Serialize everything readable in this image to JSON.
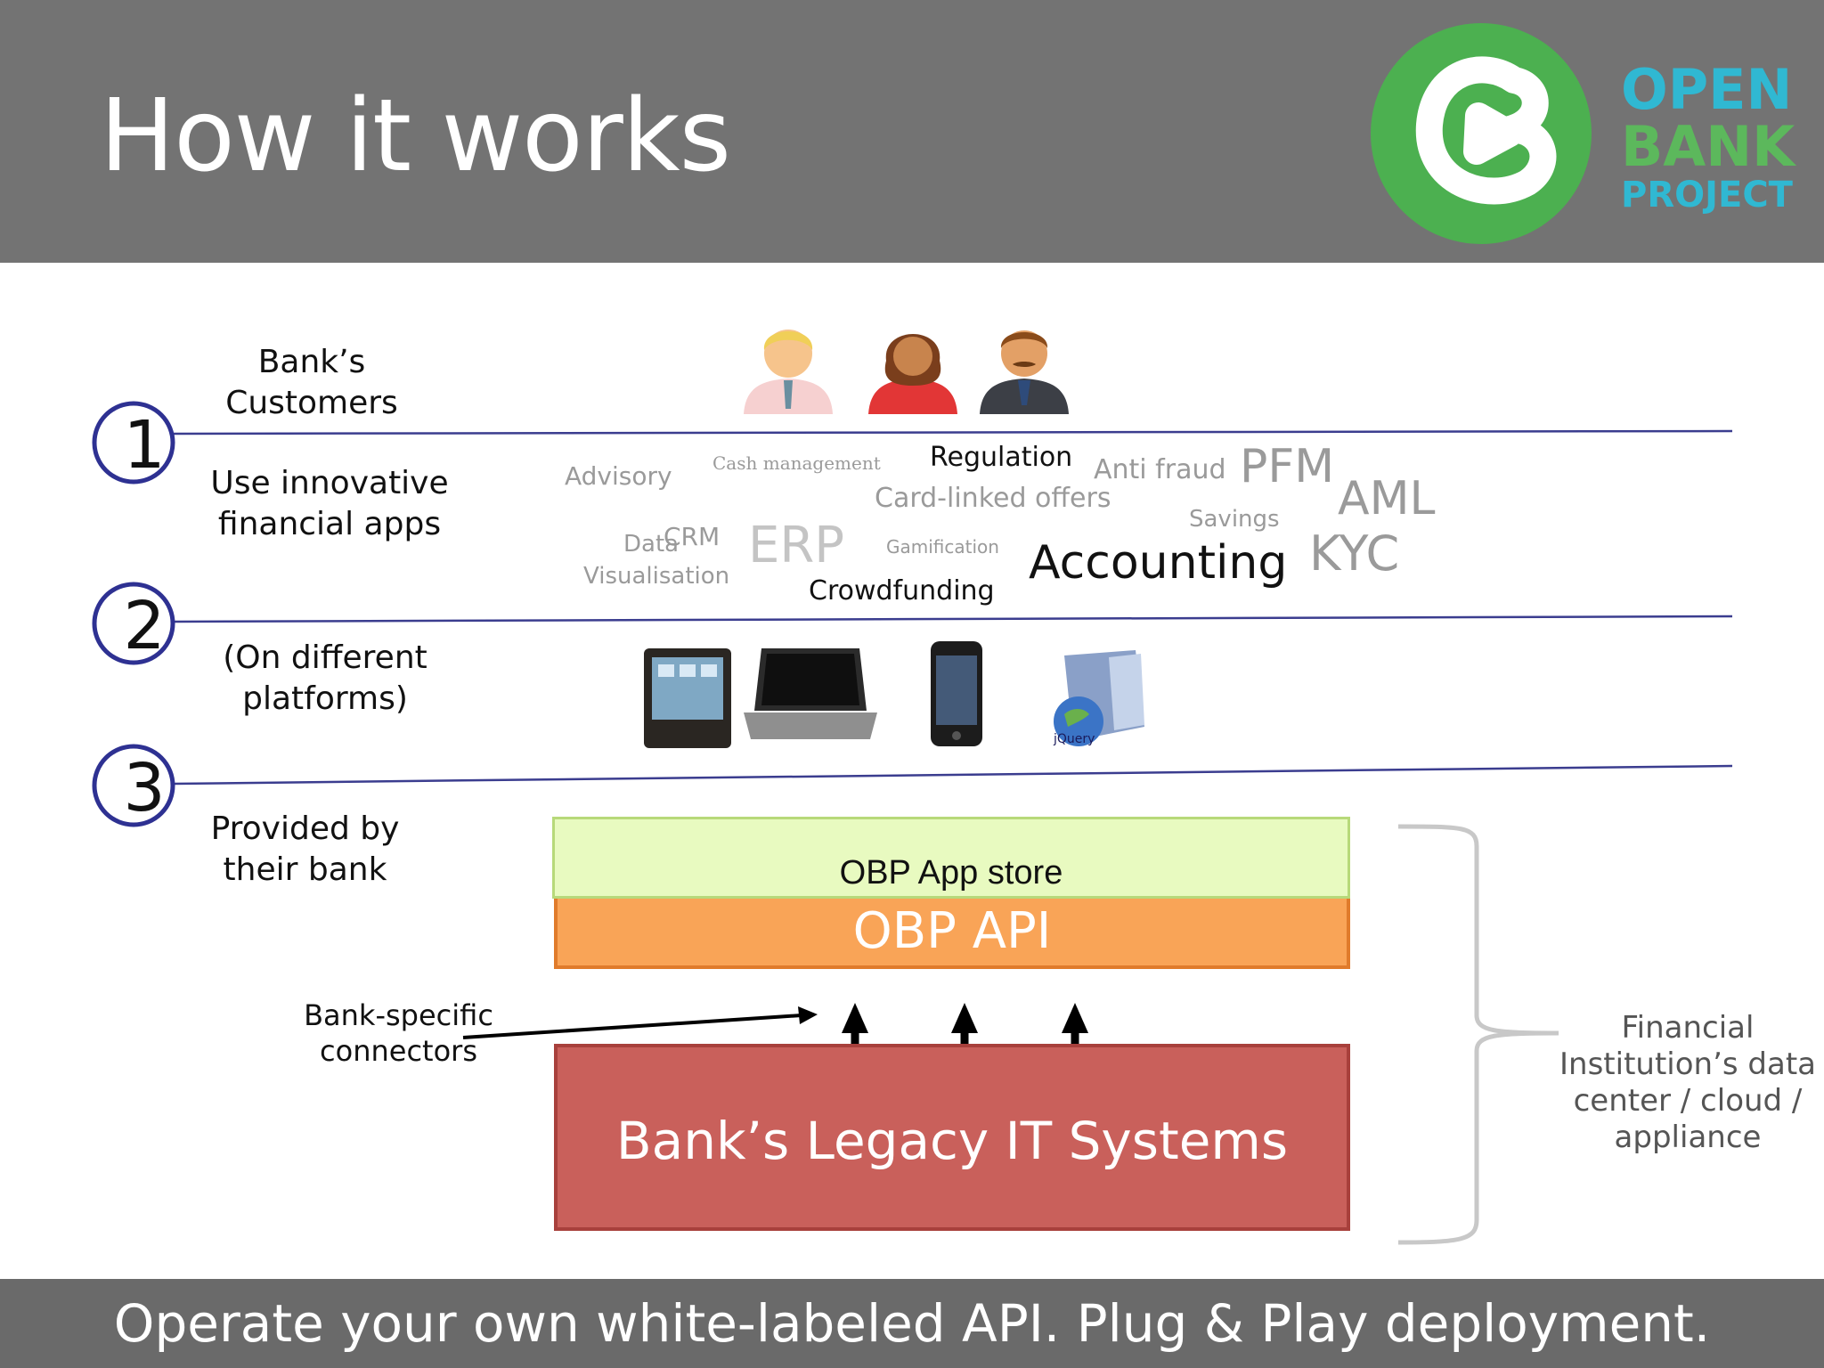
{
  "slide": {
    "title": "How it works",
    "footer": "Operate your own white-labeled API. Plug & Play deployment."
  },
  "logo": {
    "line1": "OPEN",
    "line2": "BANK",
    "line3": "PROJECT",
    "colors": {
      "green": "#4cb050",
      "teal": "#30b8d2",
      "greenText": "#5cb85c"
    }
  },
  "steps": [
    {
      "number": "1"
    },
    {
      "number": "2"
    },
    {
      "number": "3"
    }
  ],
  "labels": {
    "customers": [
      "Bank’s",
      "Customers"
    ],
    "apps": [
      "Use innovative",
      "financial apps"
    ],
    "platforms": [
      "(On different",
      "platforms)"
    ],
    "provided": [
      "Provided by",
      "their bank"
    ],
    "connectors": [
      "Bank-specific",
      "connectors"
    ]
  },
  "word_cloud": {
    "advisory": "Advisory",
    "cash_management": "Cash management",
    "regulation": "Regulation",
    "anti_fraud": "Anti fraud",
    "pfm": "PFM",
    "card_linked": "Card-linked offers",
    "aml": "AML",
    "savings": "Savings",
    "data": "Data",
    "crm": "CRM",
    "visualisation": "Visualisation",
    "erp": "ERP",
    "gamification": "Gamification",
    "accounting": "Accounting",
    "kyc": "KYC",
    "crowdfunding": "Crowdfunding"
  },
  "platform_icons": [
    "tablet-icon",
    "laptop-icon",
    "phone-icon",
    "server-icon"
  ],
  "server_caption": "jQuery",
  "stack": {
    "app_store": "OBP App store",
    "api": "OBP API",
    "legacy": "Bank’s Legacy IT Systems",
    "colors": {
      "app_store": "#e8fac0",
      "api": "#f9a457",
      "legacy": "#c9605b"
    }
  },
  "side_note": [
    "Financial",
    "Institution’s data",
    "center / cloud /",
    "appliance"
  ]
}
